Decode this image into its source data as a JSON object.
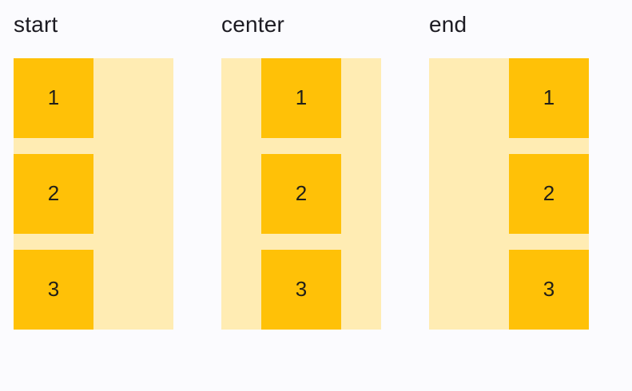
{
  "examples": [
    {
      "label": "start",
      "alignment": "start",
      "items": [
        "1",
        "2",
        "3"
      ]
    },
    {
      "label": "center",
      "alignment": "center",
      "items": [
        "1",
        "2",
        "3"
      ]
    },
    {
      "label": "end",
      "alignment": "end",
      "items": [
        "1",
        "2",
        "3"
      ]
    }
  ],
  "colors": {
    "page_bg": "#fbfbfe",
    "container": "#ffecb3",
    "item": "#ffc107",
    "label_text": "#1c1b22",
    "item_text": "#211f19"
  }
}
